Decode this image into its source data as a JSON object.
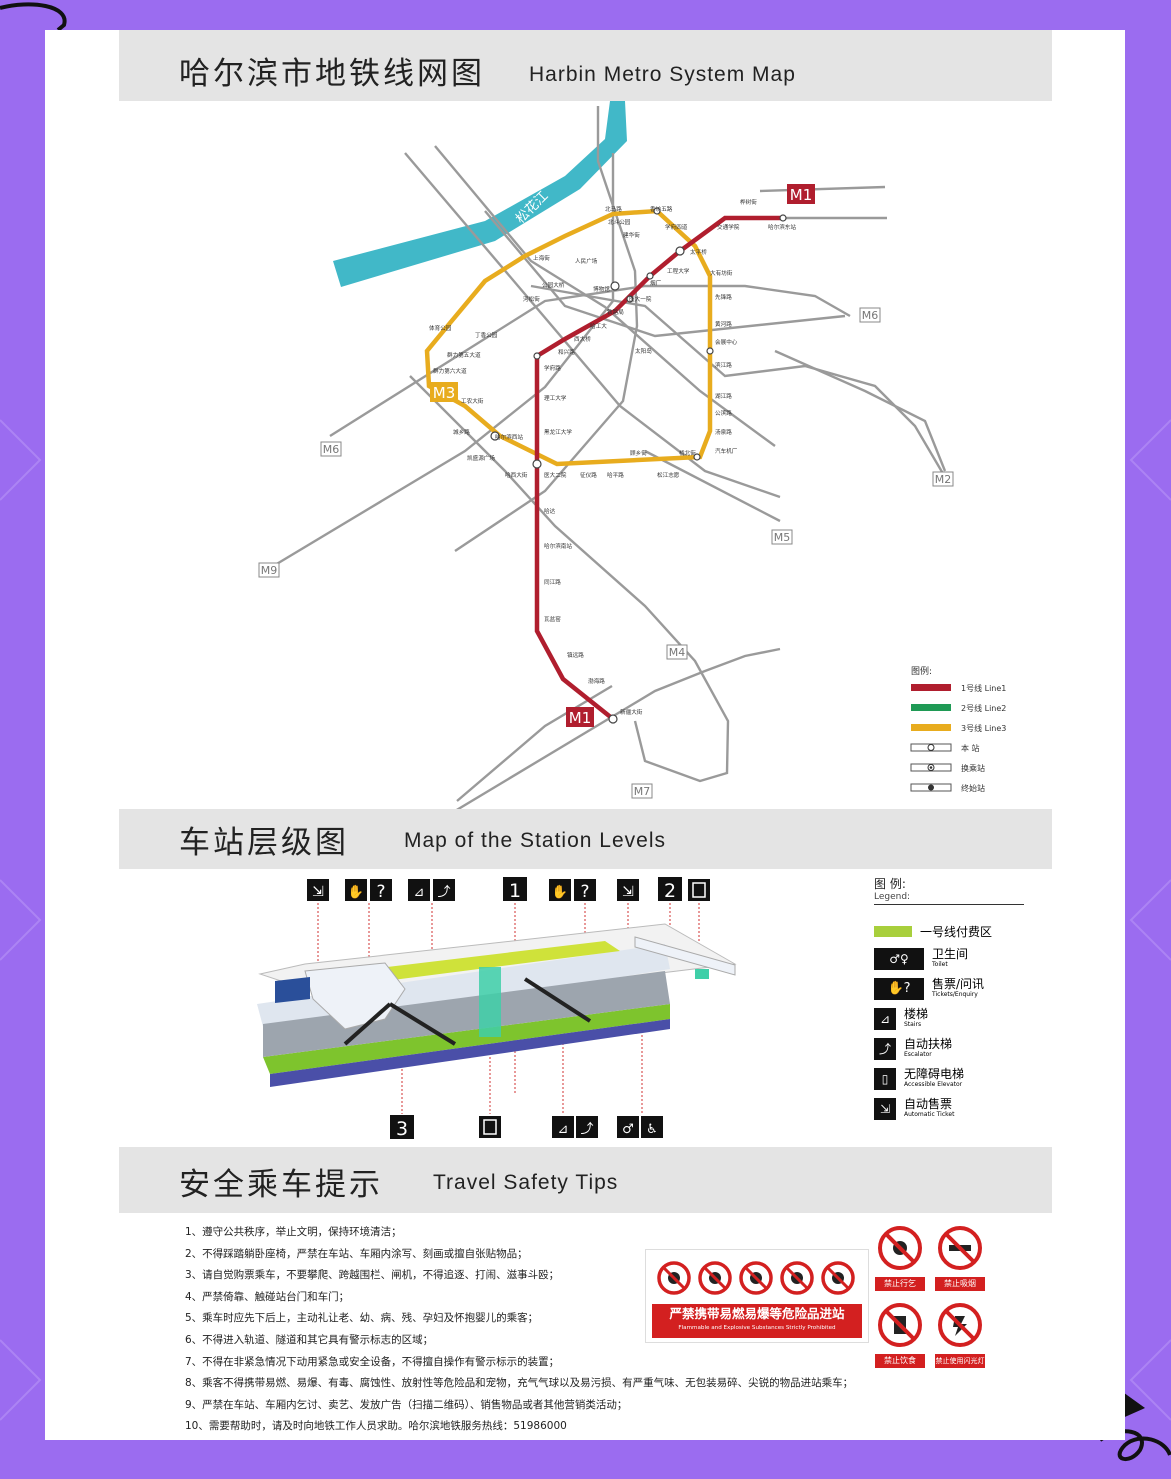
{
  "header1": {
    "zh": "哈尔滨市地铁线网图",
    "en": "Harbin Metro System Map"
  },
  "header2": {
    "zh": "车站层级图",
    "en": "Map of the Station Levels"
  },
  "header3": {
    "zh": "安全乘车提示",
    "en": "Travel Safety Tips"
  },
  "colors": {
    "line1": "#b01e2e",
    "line2": "#1f9a55",
    "line3": "#e8ac1e",
    "river": "#41b8c8",
    "planned": "#9a9a9a",
    "paid_zone": "#a8cf3c",
    "background": "#9b6cf0"
  },
  "metro": {
    "line_badges": {
      "m1_top": "M1",
      "m1_bottom": "M1",
      "m3": "M3"
    },
    "planned_labels": {
      "m6_right": "M6",
      "m6_left": "M6",
      "m2": "M2",
      "m5": "M5",
      "m9": "M9",
      "m4": "M4",
      "m7_a": "M7",
      "m7_b": "M7"
    },
    "river_label": "松花江",
    "stations": {
      "s_huashu": "桦树街",
      "s_jiaotong": "交通学院",
      "s_haerbindong": "哈尔滨东站",
      "s_taiping": "太平桥",
      "s_gongcheng": "工程大学",
      "s_ganggong": "烟厂",
      "s_youyi": "大有坊街",
      "s_taiyang": "太阳岛",
      "s_bowuguan": "博物馆",
      "s_tiedong": "铁路局",
      "s_yidaye": "医大一院",
      "s_hagongda": "哈工大",
      "s_xidazhi": "西大桥",
      "s_hexing": "和兴路",
      "s_xuefu": "学府路",
      "s_ligong": "理工大学",
      "s_heida": "黑龙江大学",
      "s_haxida": "哈西大街",
      "s_yidaer": "医大二院",
      "s_hada": "哈达",
      "s_hananzhan": "哈尔滨南站",
      "s_tongjiang": "同江路",
      "s_wayao": "瓦盆窑",
      "s_zhenyuan": "镇远路",
      "s_bohai": "渤海路",
      "s_xinjiang": "新疆大街",
      "s_beima": "北马路",
      "s_jianhua": "建华街",
      "s_renmin": "人民广场",
      "s_shanghai": "上海街",
      "s_gongyuan": "公园大桥",
      "s_hexilu": "河松街",
      "s_tiyu": "体育公园",
      "s_dingxiang": "丁香公园",
      "s_qunli5": "群力第五大道",
      "s_qunli6": "群力第六大道",
      "s_gongnong": "工农大街",
      "s_chengxiang": "城乡路",
      "s_haxizhan": "哈尔滨西站",
      "s_kaisheng": "凯盛源广场",
      "s_zhaoyang": "征仪路",
      "s_haping": "哈平路",
      "s_songjiang": "松江志愿",
      "s_xianfeng": "先锋路",
      "s_huanghe": "黄河路",
      "s_huizhan": "会展中心",
      "s_hunan": "湖江路",
      "s_hanjiang": "滨江路",
      "s_gongbin": "公滨路",
      "s_taihe": "汤泉路",
      "s_qiche": "汽车机厂",
      "s_shanhai": "顾乡街",
      "s_yuyuan": "学府四道",
      "s_nanguan": "桥北街",
      "s_xian": "香坊五路",
      "s_fuyao": "北斗公园"
    },
    "legend": {
      "title": "图例:",
      "l1": "1号线 Line1",
      "l2": "2号线 Line2",
      "l3": "3号线 Line3",
      "this": "本 站",
      "transfer": "换乘站",
      "terminal": "终始站"
    }
  },
  "levels": {
    "exits": {
      "e1": "1",
      "e2": "2",
      "e3": "3"
    },
    "legend": {
      "title": "图 例:",
      "title_en": "Legend:",
      "paid": "一号线付费区",
      "toilet": "卫生间",
      "toilet_en": "Toilet",
      "ticket": "售票/问讯",
      "ticket_en": "Tickets/Enquiry",
      "stairs": "楼梯",
      "stairs_en": "Stairs",
      "escalator": "自动扶梯",
      "escalator_en": "Escalator",
      "elevator": "无障碍电梯",
      "elevator_en": "Accessible Elevator",
      "machine": "自动售票",
      "machine_en": "Automatic Ticket"
    }
  },
  "safety": {
    "tips": [
      "1、遵守公共秩序，举止文明，保持环境清洁；",
      "2、不得踩踏躺卧座椅，严禁在车站、车厢内涂写、刻画或擅自张贴物品；",
      "3、请自觉购票乘车，不要攀爬、跨越围栏、闸机，不得追逐、打闹、滋事斗殴；",
      "4、严禁倚靠、触碰站台门和车门；",
      "5、乘车时应先下后上，主动礼让老、幼、病、残、孕妇及怀抱婴儿的乘客；",
      "6、不得进入轨道、隧道和其它具有警示标志的区域；",
      "7、不得在非紧急情况下动用紧急或安全设备，不得擅自操作有警示标示的装置；",
      "8、乘客不得携带易燃、易爆、有毒、腐蚀性、放射性等危险品和宠物，充气气球以及易污损、有严重气味、无包装易碎、尖锐的物品进站乘车；",
      "9、严禁在车站、车厢内乞讨、卖艺、发放广告（扫描二维码）、销售物品或者其他营销类活动；",
      "10、需要帮助时，请及时向地铁工作人员求助。哈尔滨地铁服务热线：51986000"
    ],
    "banner_zh": "严禁携带易燃易爆等危险品进站",
    "banner_en": "Flammable and Explosive Substances Strictly Prohibited",
    "signs": {
      "no_run": "禁止行乞",
      "no_smoke": "禁止吸烟",
      "no_eat": "禁止饮食",
      "no_flash": "禁止使用闪光灯"
    }
  }
}
